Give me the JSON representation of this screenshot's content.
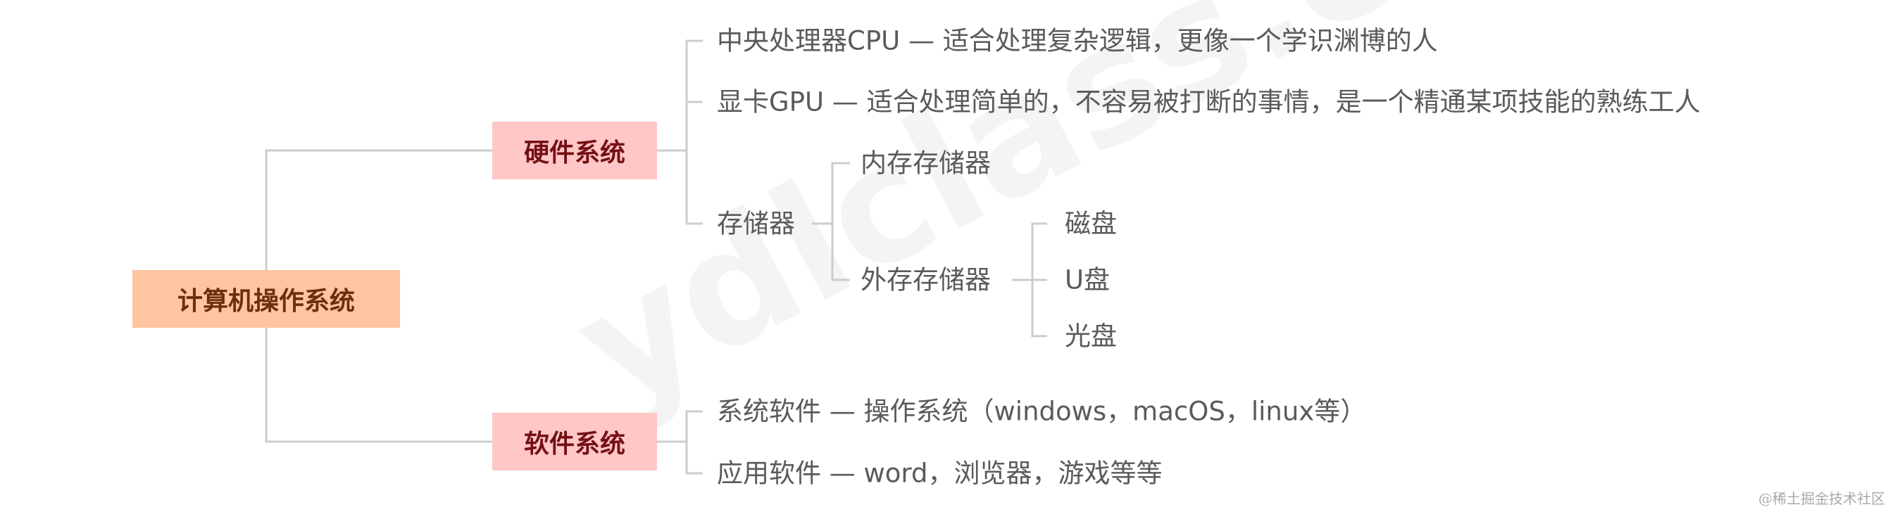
{
  "root": {
    "label": "计算机操作系统"
  },
  "hardware": {
    "label": "硬件系统",
    "cpu": "中央处理器CPU — 适合处理复杂逻辑，更像一个学识渊博的人",
    "gpu": "显卡GPU — 适合处理简单的，不容易被打断的事情，是一个精通某项技能的熟练工人",
    "storage": {
      "label": "存储器",
      "internal": "内存存储器",
      "external": {
        "label": "外存存储器",
        "items": [
          "磁盘",
          "U盘",
          "光盘"
        ]
      }
    }
  },
  "software": {
    "label": "软件系统",
    "system": "系统软件 — 操作系统（windows，macOS，linux等）",
    "application": "应用软件 — word，浏览器，游戏等等"
  },
  "watermark": "ydlclass.com",
  "credit": "@稀土掘金技术社区",
  "colors": {
    "root_fill": "#ffc4a0",
    "branch_fill": "#ffc7c7",
    "connector": "#cccccc",
    "leaf_text": "#5a5a5a"
  }
}
